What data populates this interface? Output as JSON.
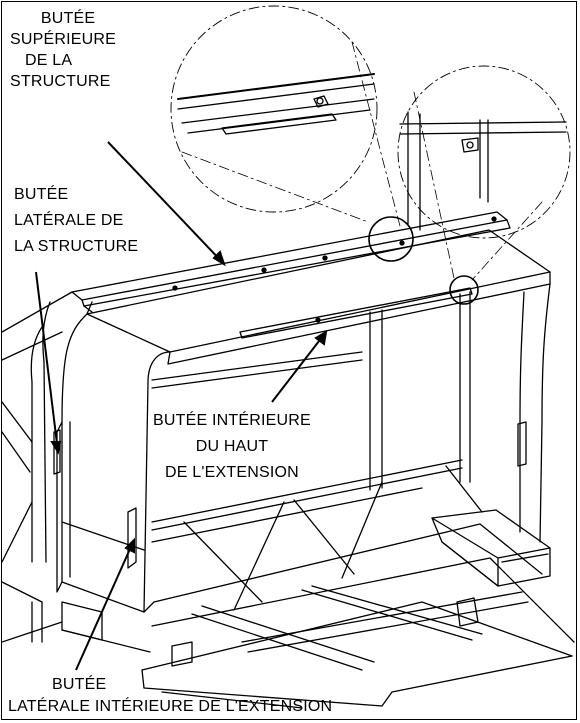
{
  "labels": {
    "top_stop": {
      "lines": [
        "BUTÉE",
        "SUPÉRIEURE",
        "DE LA",
        "STRUCTURE"
      ]
    },
    "side_stop": {
      "lines": [
        "BUTÉE",
        "LATÉRALE DE",
        "LA STRUCTURE"
      ]
    },
    "inner_top_stop": {
      "lines": [
        "BUTÉE INTÉRIEURE",
        "DU HAUT",
        "DE L'EXTENSION"
      ]
    },
    "inner_side_stop": {
      "lines": [
        "BUTÉE",
        "LATÉRALE INTÉRIEURE DE L'EXTENSION"
      ]
    }
  }
}
